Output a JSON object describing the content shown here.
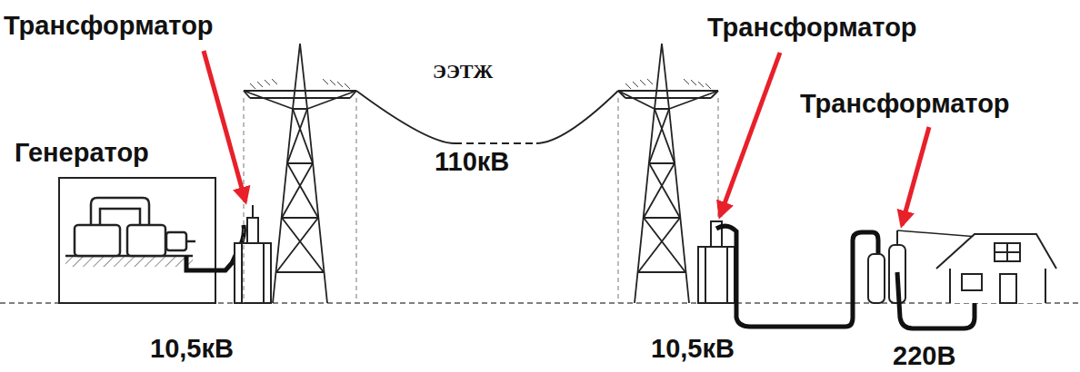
{
  "diagram": {
    "labels": [
      "Трансформатор",
      "ЭЭТЖ",
      "Трансформатор",
      "Трансформатор",
      "Генератор",
      "110кВ",
      "10,5кВ",
      "10,5кВ",
      "220В"
    ]
  }
}
